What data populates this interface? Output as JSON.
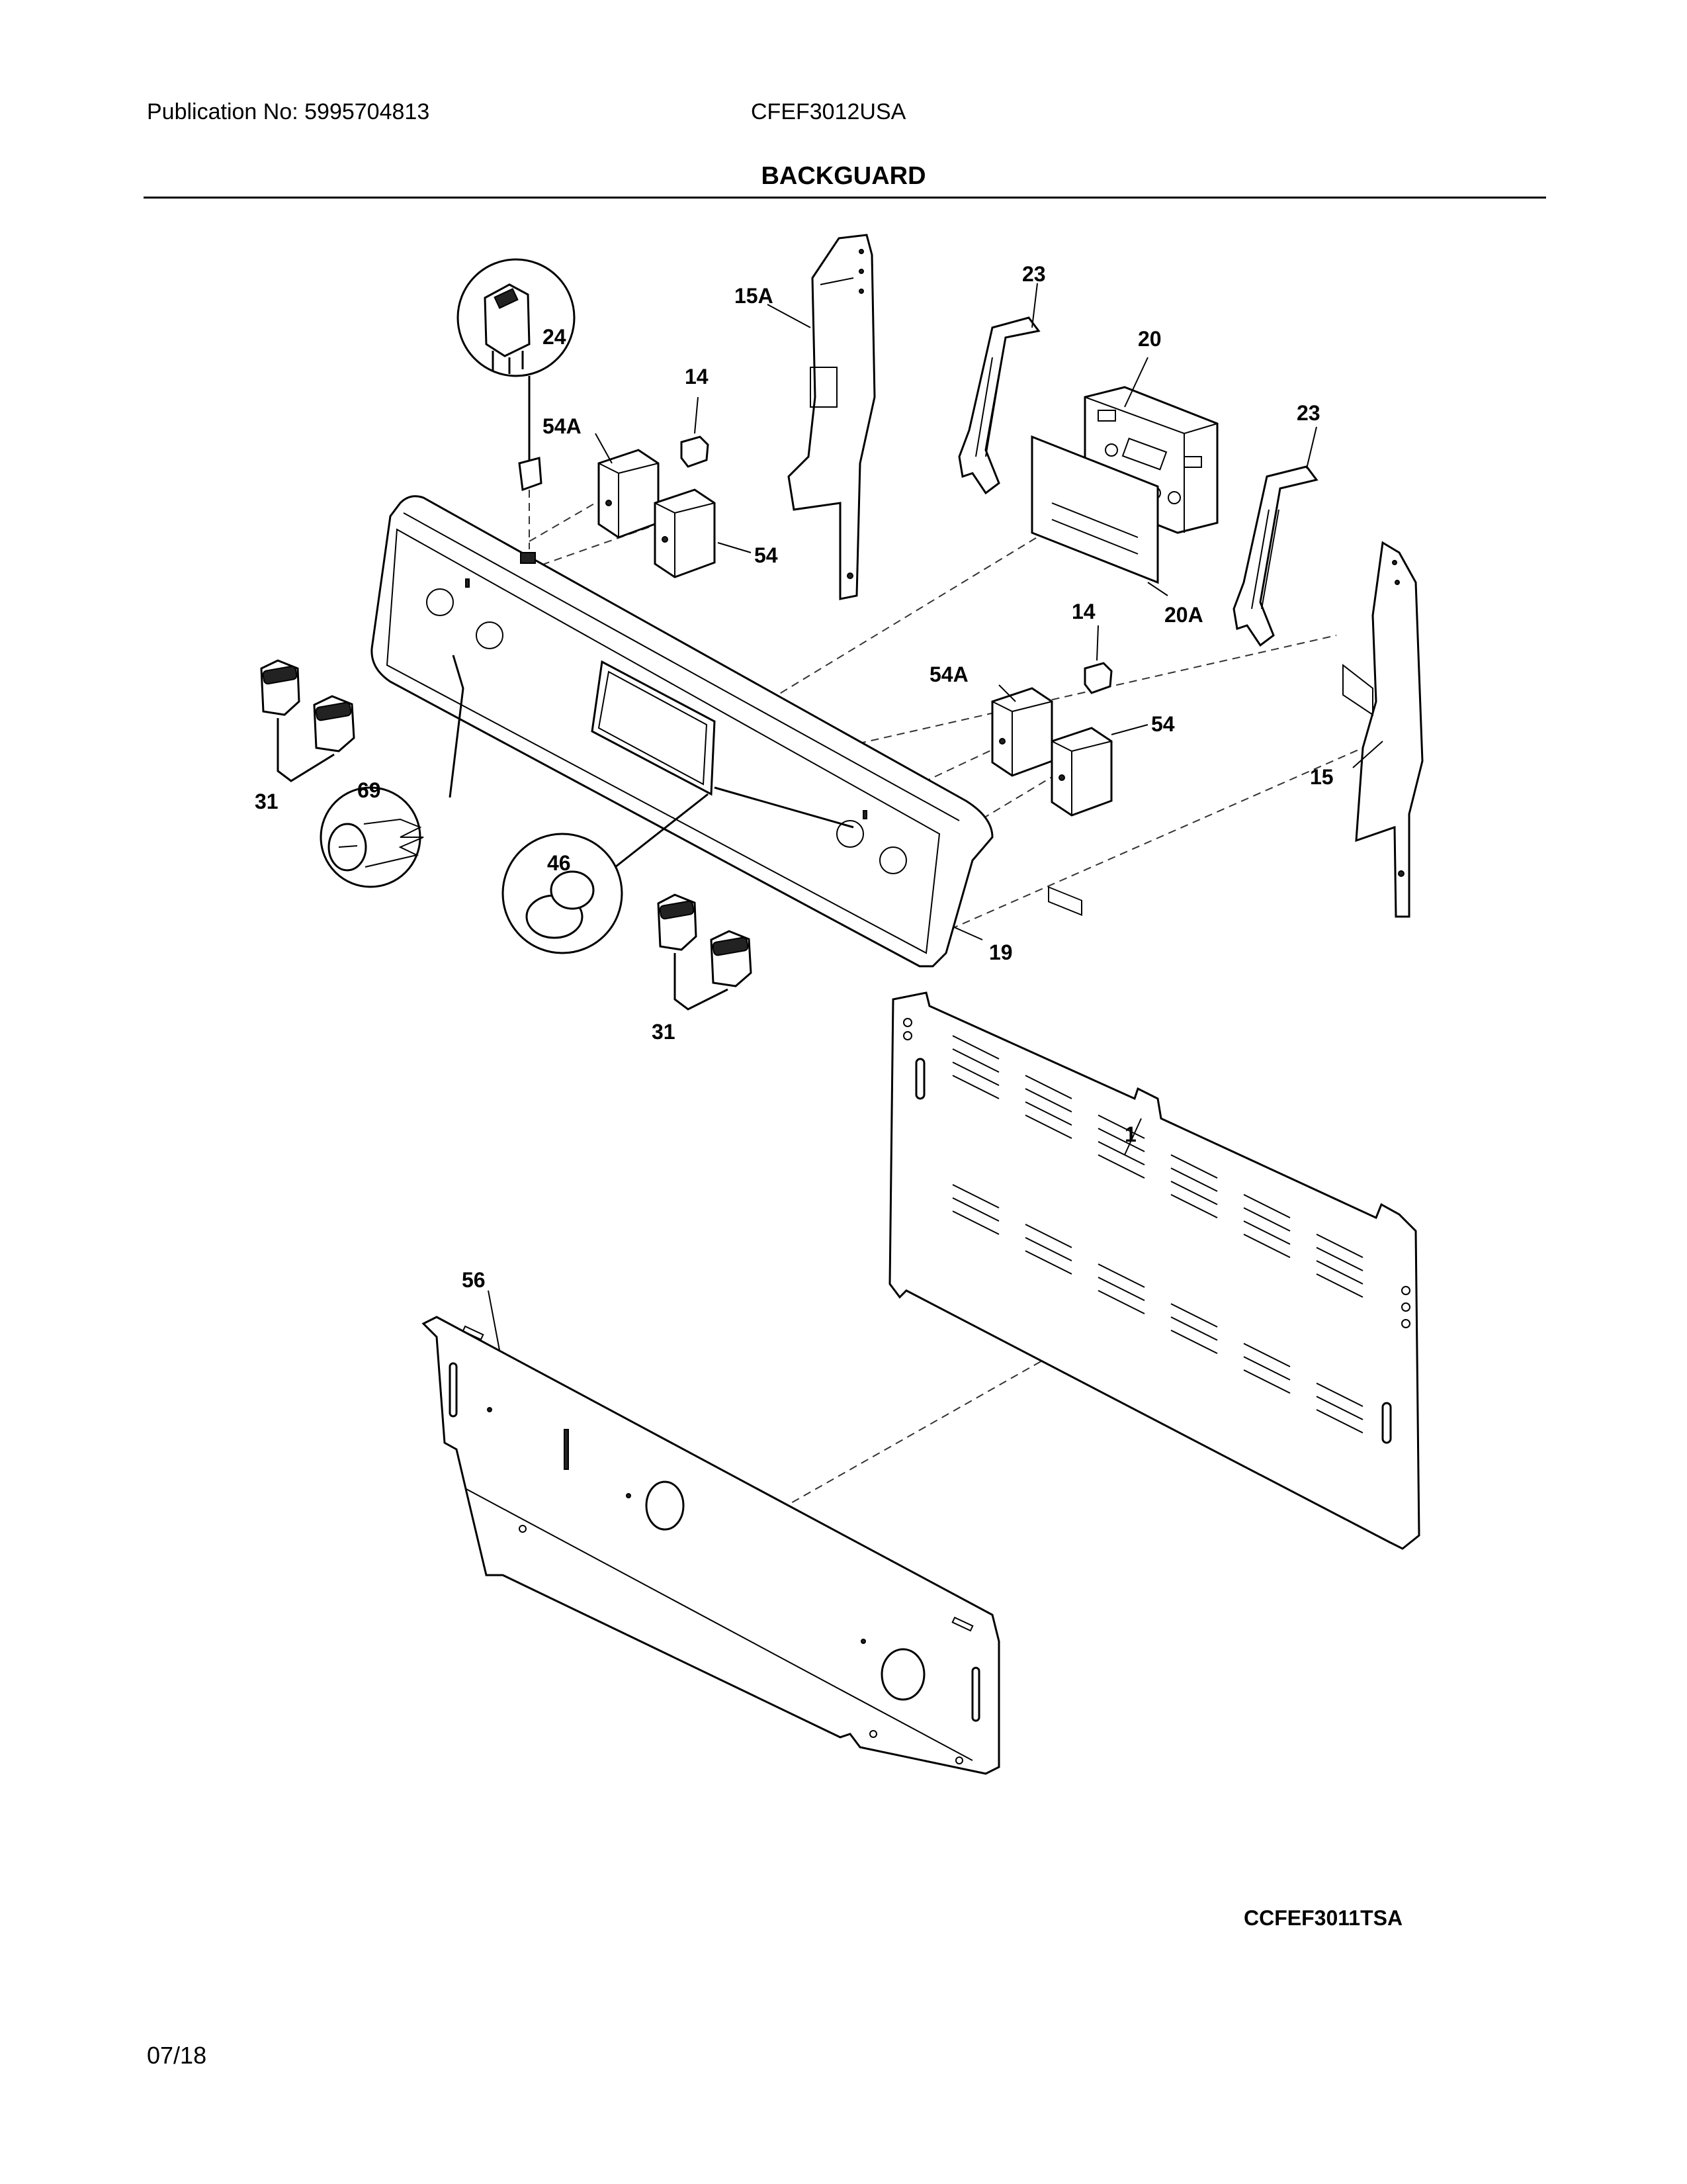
{
  "header": {
    "publication": "Publication No: 5995704813",
    "model": "CFEF3012USA"
  },
  "title": "BACKGUARD",
  "callouts": {
    "c1": "1",
    "c14a": "14",
    "c14b": "14",
    "c15": "15",
    "c15a": "15A",
    "c19": "19",
    "c20": "20",
    "c20a": "20A",
    "c23a": "23",
    "c23b": "23",
    "c24": "24",
    "c31a": "31",
    "c31b": "31",
    "c46": "46",
    "c54a": "54",
    "c54b": "54",
    "c54aa": "54A",
    "c54ab": "54A",
    "c56": "56",
    "c69": "69"
  },
  "footer": {
    "diagram_code": "CCFEF3011TSA",
    "date": "07/18"
  }
}
